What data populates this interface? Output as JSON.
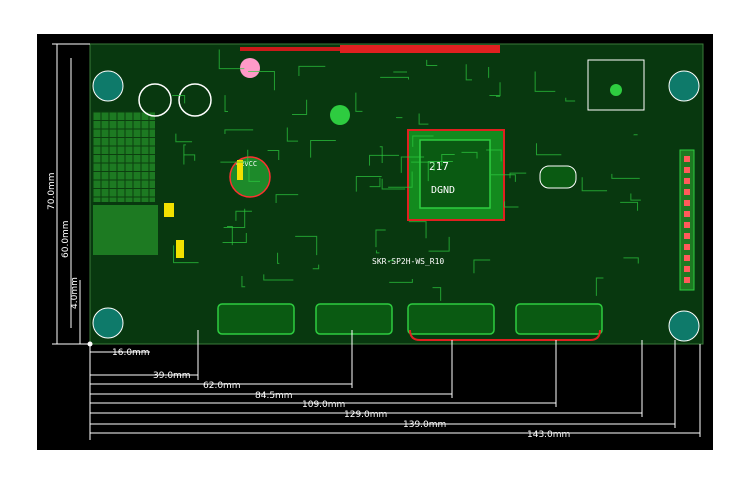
{
  "drawing": {
    "background": "#000000",
    "board_color": "#0a4a14",
    "trace_color": "#2ecc40",
    "pad_color": "#ff2a2a",
    "silk_color": "#ffffff",
    "dim_color": "#ffffff"
  },
  "board": {
    "model_label": "SKR-SP2H-WS_R10",
    "chip_label_top": "217",
    "chip_label_bottom": "DGND",
    "cap_label": "42VCC"
  },
  "vertical_dims": [
    {
      "label": "70.0mm"
    },
    {
      "label": "60.0mm"
    },
    {
      "label": "4.0mm"
    }
  ],
  "horizontal_dims": [
    {
      "label": "16.0mm"
    },
    {
      "label": "39.0mm"
    },
    {
      "label": "62.0mm"
    },
    {
      "label": "84.5mm"
    },
    {
      "label": "109.0mm"
    },
    {
      "label": "129.0mm"
    },
    {
      "label": "139.0mm"
    },
    {
      "label": "143.0mm"
    }
  ]
}
